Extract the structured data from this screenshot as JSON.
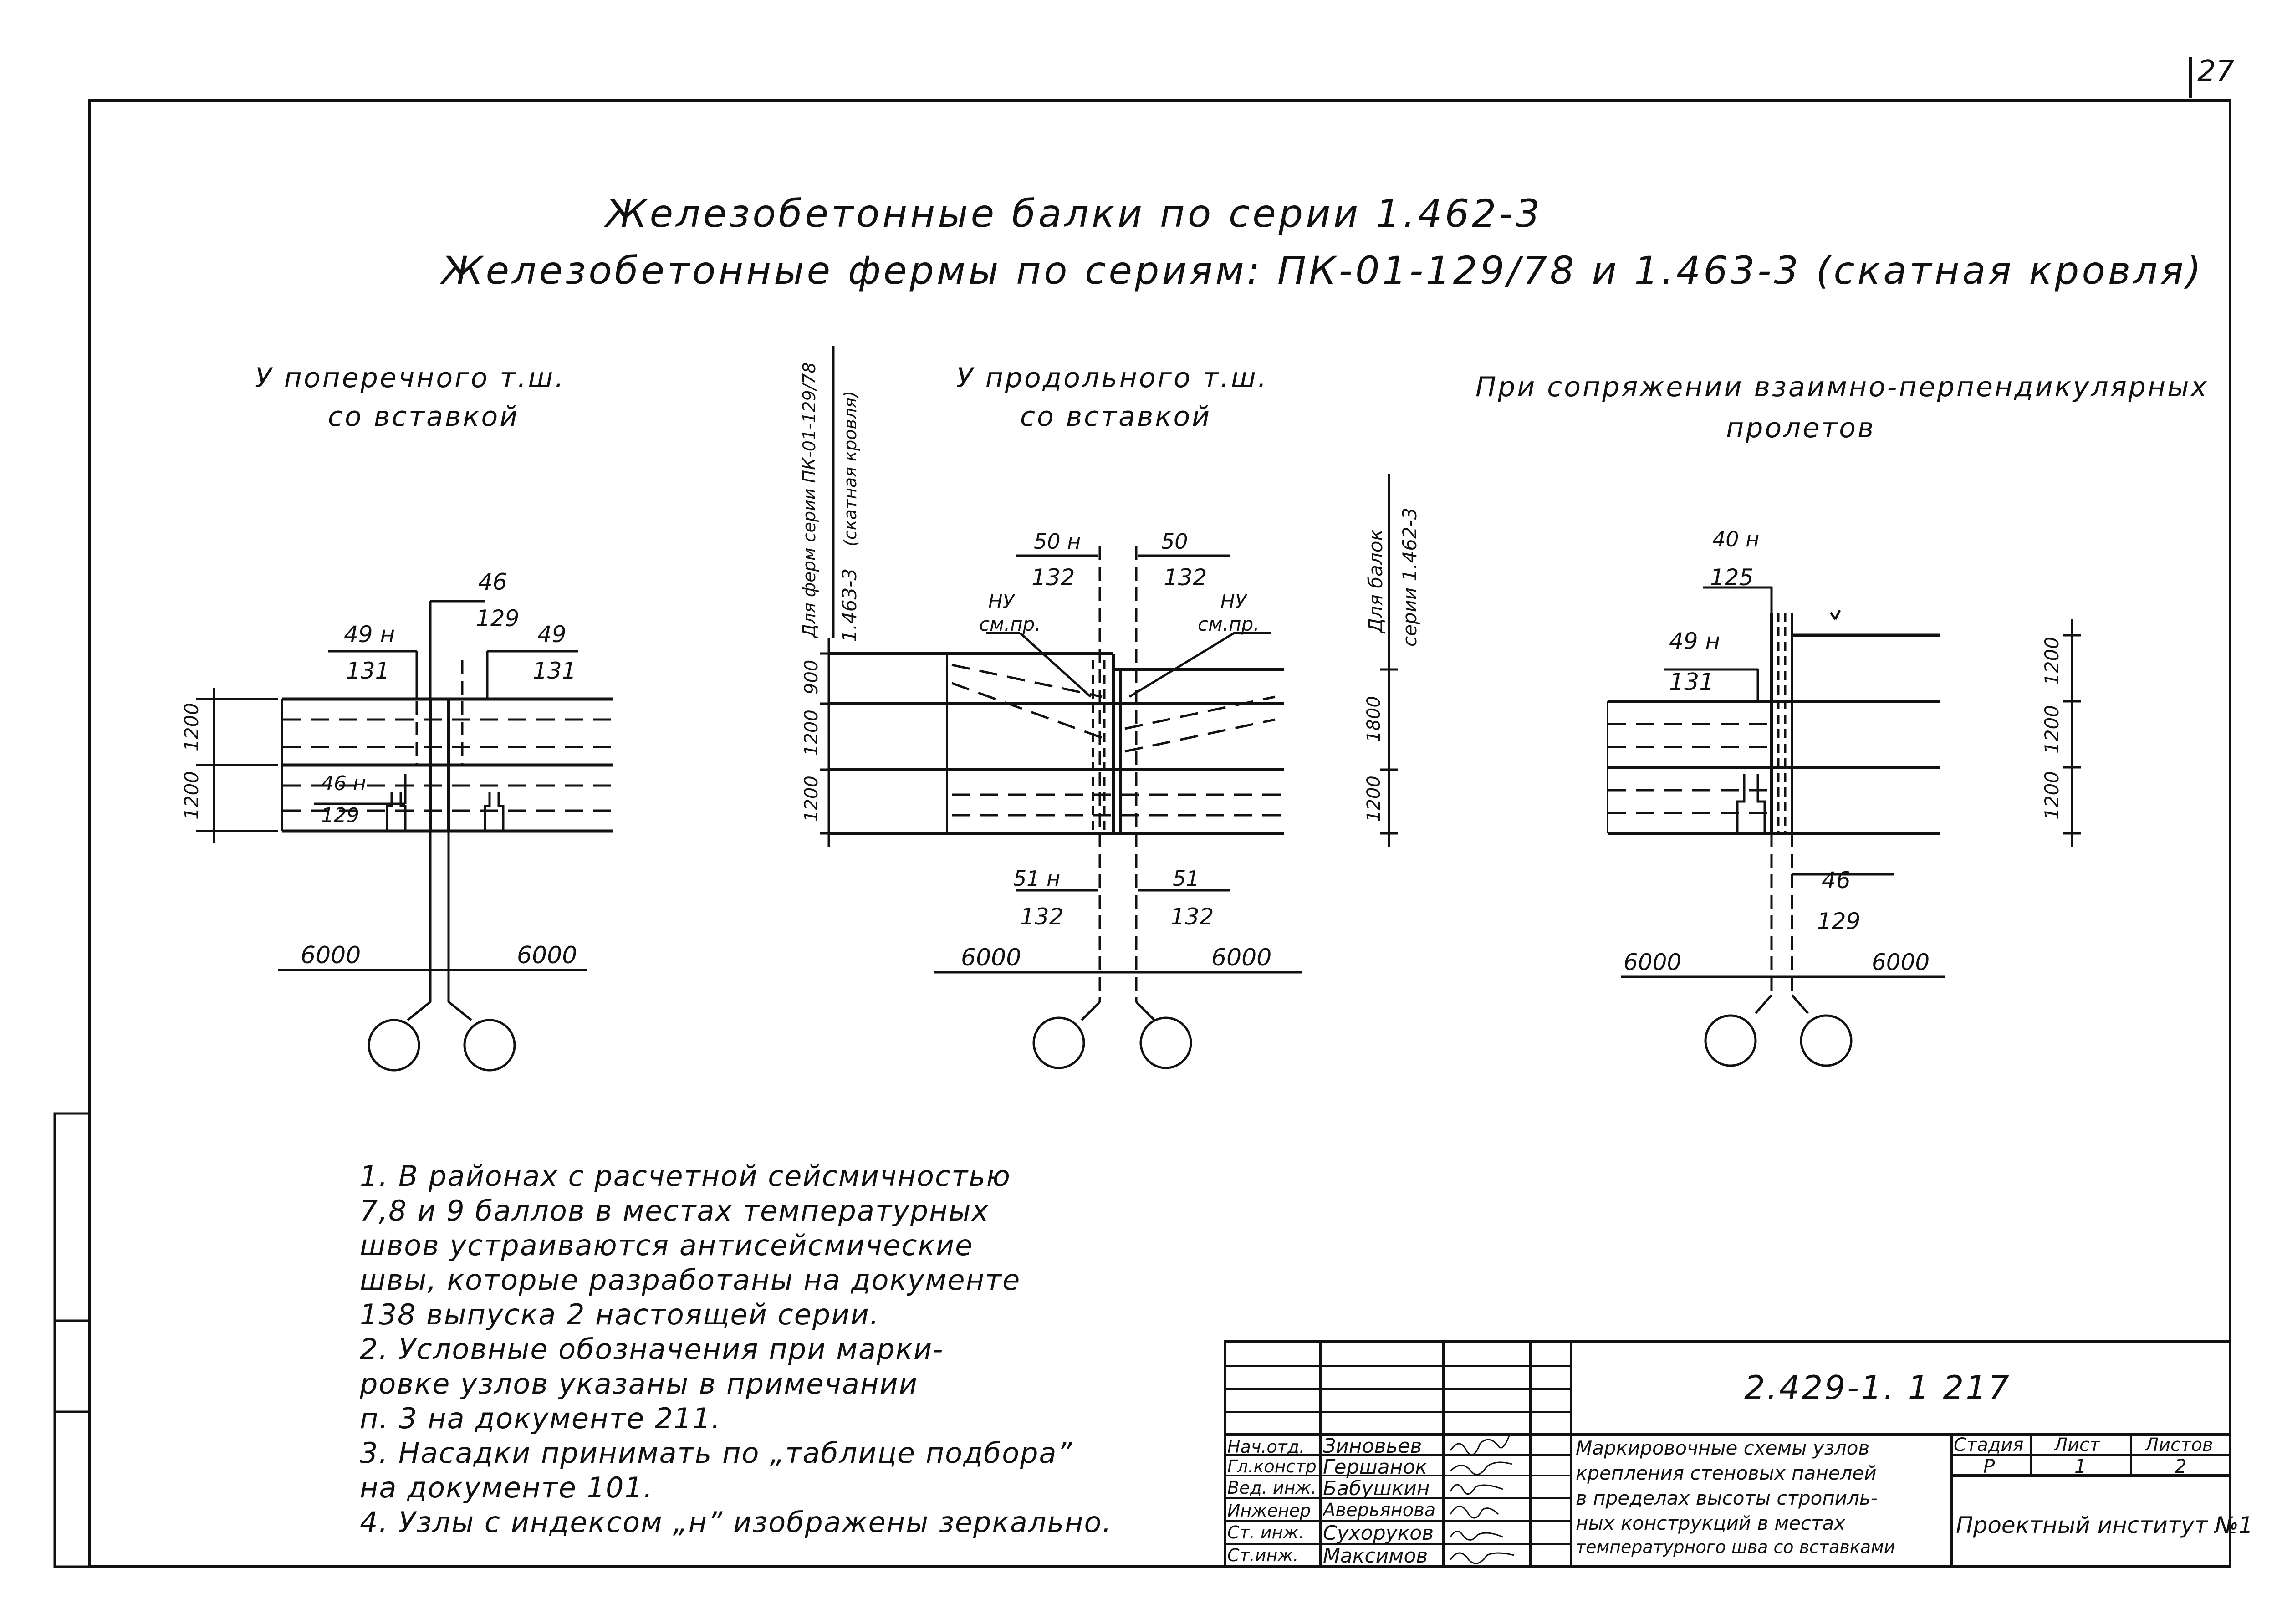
{
  "sheet_number": "27",
  "title": {
    "line1": "Железобетонные   балки   по   серии  1.462-3",
    "line2": "Железобетонные   фермы   по   сериям:  ПК-01-129/78 и 1.463-3    (скатная кровля)"
  },
  "panels": {
    "left": {
      "heading1": "У поперечного   т.ш.",
      "heading2": "со  вставкой",
      "labels": {
        "top_mark": "46",
        "top_num": "129",
        "left_mark": "49 н",
        "left_num": "131",
        "right_mark": "49",
        "right_num": "131",
        "lower_mark": "46 н",
        "lower_num": "129",
        "dim_upper": "1200",
        "dim_lower": "1200",
        "span_left": "6000",
        "span_right": "6000"
      }
    },
    "middle": {
      "heading1": "У продольного  т.ш.",
      "heading2": "со  вставкой",
      "vertical_left1": "Для ферм серии ПК-01-129/78",
      "vertical_left2": "(скатная кровля)",
      "vertical_left3": "1.463-3",
      "vertical_right1": "Для балок",
      "vertical_right2": "серии 1.462-3",
      "labels": {
        "tl_mark": "50 н",
        "tl_num": "132",
        "tr_mark": "50",
        "tr_num": "132",
        "nu_left": "НУ",
        "nu_left_sub": "см.пр.",
        "nu_right": "НУ",
        "nu_right_sub": "см.пр.",
        "bl_mark": "51 н",
        "bl_num": "132",
        "br_mark": "51",
        "br_num": "132",
        "dim_900": "900",
        "dim_1200a": "1200",
        "dim_1200b": "1200",
        "dim_1800": "1800",
        "dim_1200c": "1200",
        "span_left": "6000",
        "span_right": "6000"
      }
    },
    "right": {
      "heading1": "При сопряжении взаимно-перпендикулярных",
      "heading2": "пролетов",
      "labels": {
        "top_mark": "40 н",
        "top_num": "125",
        "left_mark": "49 н",
        "left_num": "131",
        "bottom_mark": "46",
        "bottom_num": "129",
        "dim_1": "1200",
        "dim_2": "1200",
        "dim_3": "1200",
        "span_left": "6000",
        "span_right": "6000"
      }
    }
  },
  "notes": [
    "1.   В районах с расчетной  сейсмичностью",
    "7,8 и 9  баллов  в   местах  температурных",
    "швов  устраиваются  антисейсмические",
    "швы,  которые   разработаны на документе",
    "138    выпуска 2   настоящей  серии.",
    "2.  Условные   обозначения  при  марки-",
    "ровке  узлов   указаны  в  примечании",
    "п. 3   на  документе  211.",
    "3.  Насадки    принимать  по „таблице  подбора”",
    "     на  документе 101.",
    "4.  Узлы  с  индексом „н”  изображены зеркально."
  ],
  "title_block": {
    "doc_code": "2.429-1. 1    217",
    "roles": [
      "Нач.отд.",
      "Гл.констр",
      "Вед. инж.",
      "Инженер",
      "Ст. инж.",
      "Ст.инж."
    ],
    "names": [
      "Зиновьев",
      "Гершанок",
      "Бабушкин",
      "Аверьянова",
      "Сухоруков",
      "Максимов"
    ],
    "description": [
      "Маркировочные схемы узлов",
      "крепления стеновых панелей",
      "в пределах высоты стропиль-",
      "ных конструкций в местах",
      "температурного шва со вставками"
    ],
    "col_stage": "Стадия",
    "col_sheet": "Лист",
    "col_sheets": "Листов",
    "stage": "Р",
    "sheet": "1",
    "sheets": "2",
    "organization": "Проектный институт №1"
  }
}
